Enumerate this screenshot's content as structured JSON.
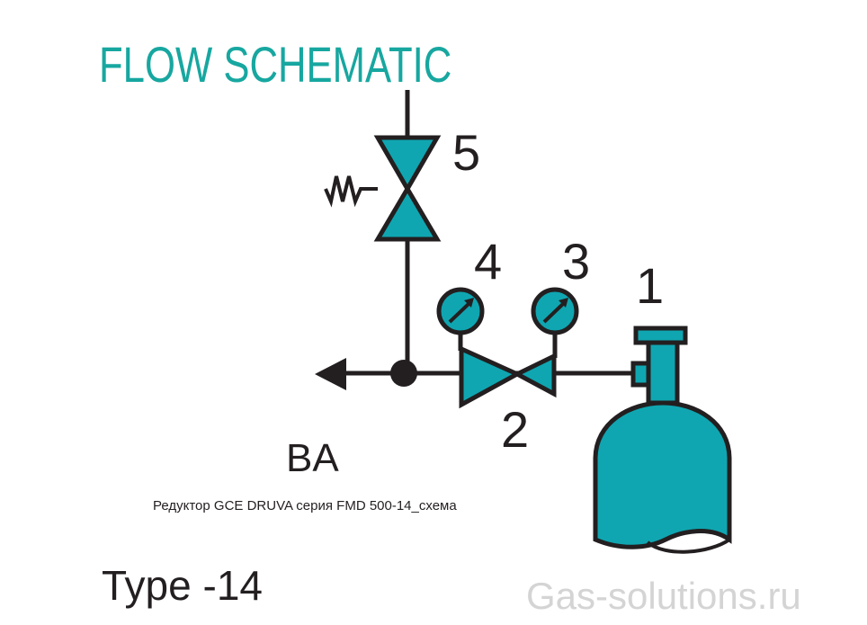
{
  "title": "FLOW SCHEMATIC",
  "labels": {
    "n1": "1",
    "n2": "2",
    "n3": "3",
    "n4": "4",
    "n5": "5",
    "outlet": "BA"
  },
  "caption": "Редуктор GCE DRUVA серия FMD 500-14_схема",
  "type_label": "Type -14",
  "watermark": "Gas-solutions.ru",
  "colors": {
    "teal": "#0fa6b1",
    "title": "#17a7a0",
    "line": "#231f20"
  }
}
